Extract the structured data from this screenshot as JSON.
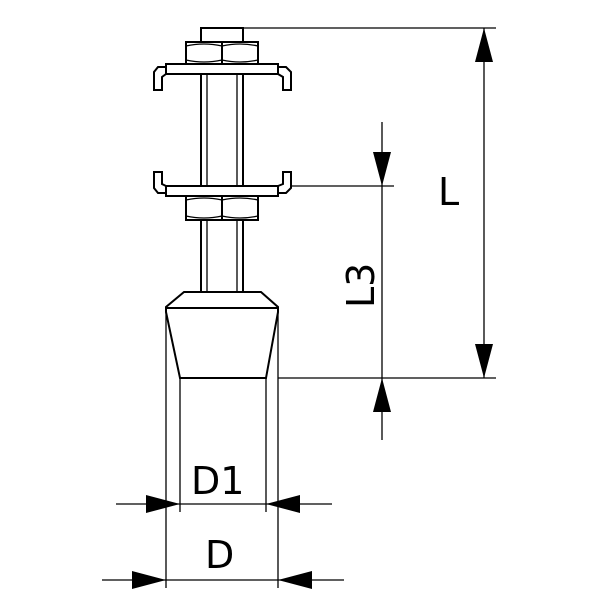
{
  "labels": {
    "L": "L",
    "L3": "L3",
    "D1": "D1",
    "D": "D"
  },
  "colors": {
    "stroke": "#000000",
    "background": "#ffffff"
  }
}
